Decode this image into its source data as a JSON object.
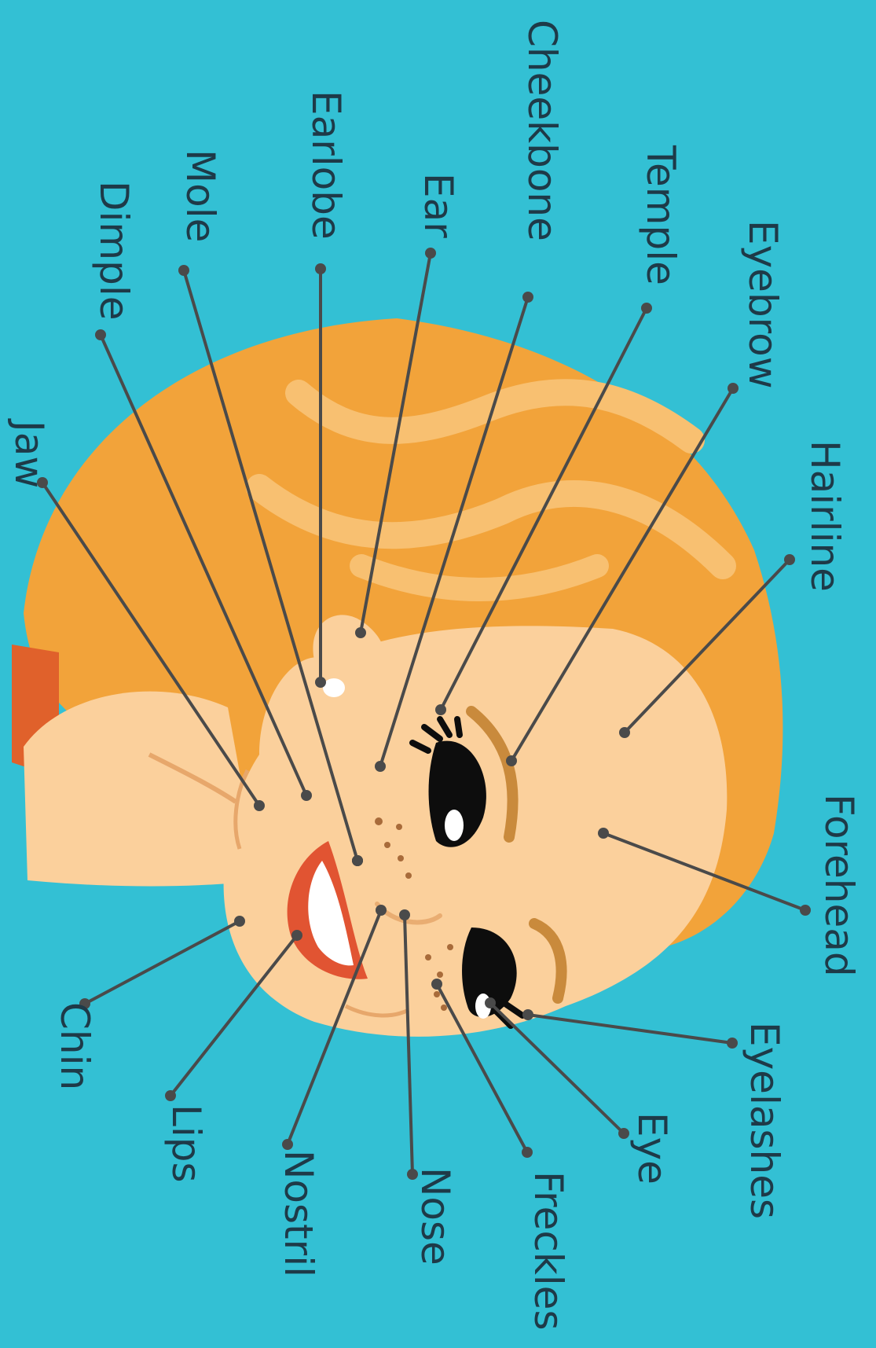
{
  "colors": {
    "background": "#33c0d4",
    "hair": "#f2a33a",
    "hair_highlight": "#f8c071",
    "skin": "#fbd09c",
    "lips": "#e15432",
    "eye": "#0d0d0d",
    "brow": "#c98a3c",
    "collar": "#e0612b",
    "leader_line": "#4a4a4a",
    "label_text": "#1e3a48"
  },
  "labels": {
    "hairline": "Hairline",
    "forehead": "Forehead",
    "eyebrow": "Eyebrow",
    "eyelashes": "Eyelashes",
    "temple": "Temple",
    "eye": "Eye",
    "cheekbone": "Cheekbone",
    "freckles": "Freckles",
    "ear": "Ear",
    "nose": "Nose",
    "earlobe": "Earlobe",
    "nostril": "Nostril",
    "mole": "Mole",
    "lips": "Lips",
    "dimple": "Dimple",
    "chin": "Chin",
    "jaw": "Jaw"
  }
}
